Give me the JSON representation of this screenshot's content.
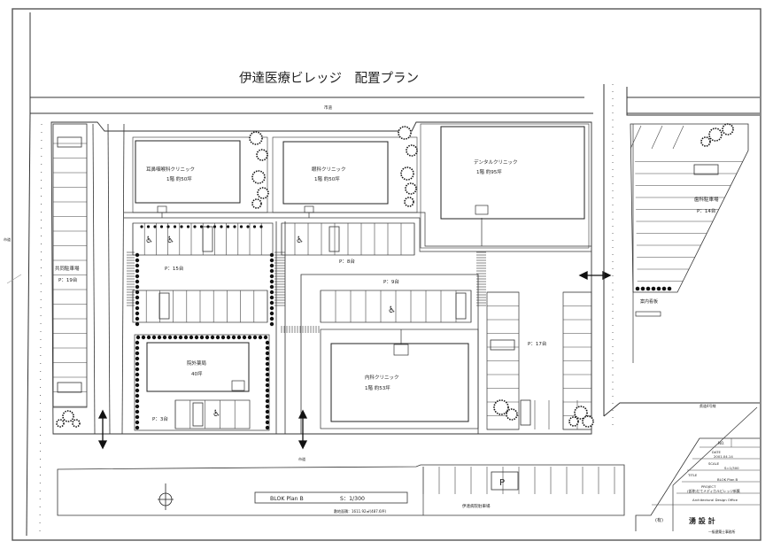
{
  "title": "伊達医療ビレッジ　配置プラン",
  "roads": {
    "top": "市道",
    "left_v": "市道",
    "bottom_left": "市道",
    "right_side": "県道4号線"
  },
  "buildings": {
    "ent": {
      "name": "耳鼻咽喉科クリニック",
      "area": "1階 約50坪"
    },
    "eye": {
      "name": "眼科クリニック",
      "area": "1階 約50坪"
    },
    "dental": {
      "name": "デンタルクリニック",
      "area": "1階 約95坪"
    },
    "pharmacy": {
      "name": "院外薬局",
      "area": "40坪"
    },
    "internal": {
      "name": "内科クリニック",
      "area": "1階 約53坪"
    }
  },
  "parking": {
    "shared": {
      "name": "共同駐車場",
      "count": "P：19台"
    },
    "dental_lot": {
      "name": "歯科駐車場",
      "count": "P：14台"
    },
    "p15": "P：15台",
    "p8": "P：8台",
    "p9": "P：9台",
    "p17": "P：17台",
    "p3": "P：3台",
    "sign": "案内看板",
    "p_symbol": "P",
    "bottom_lot": "伊達病院駐車場"
  },
  "title_block": {
    "no_label": "NO.",
    "date_label": "DATE",
    "date_value": "2001.04.14",
    "scale_label": "SCALE",
    "scale_value": "S=1/300",
    "title_label": "TITLE",
    "title_value": "BLOK Plan B",
    "project_label": "PROJECT",
    "project_value": "(仮称)だてメディカルビレッジ新築",
    "office_en": "Architectural Design Office",
    "company_prefix": "(有)",
    "company": "湧 設 計",
    "license": "一級建築士事務所"
  },
  "plan_label": {
    "name": "BLOK Plan B",
    "scale": "S：1/300"
  },
  "site_area": "敷地面積：1611.92㎡(487.6坪)"
}
